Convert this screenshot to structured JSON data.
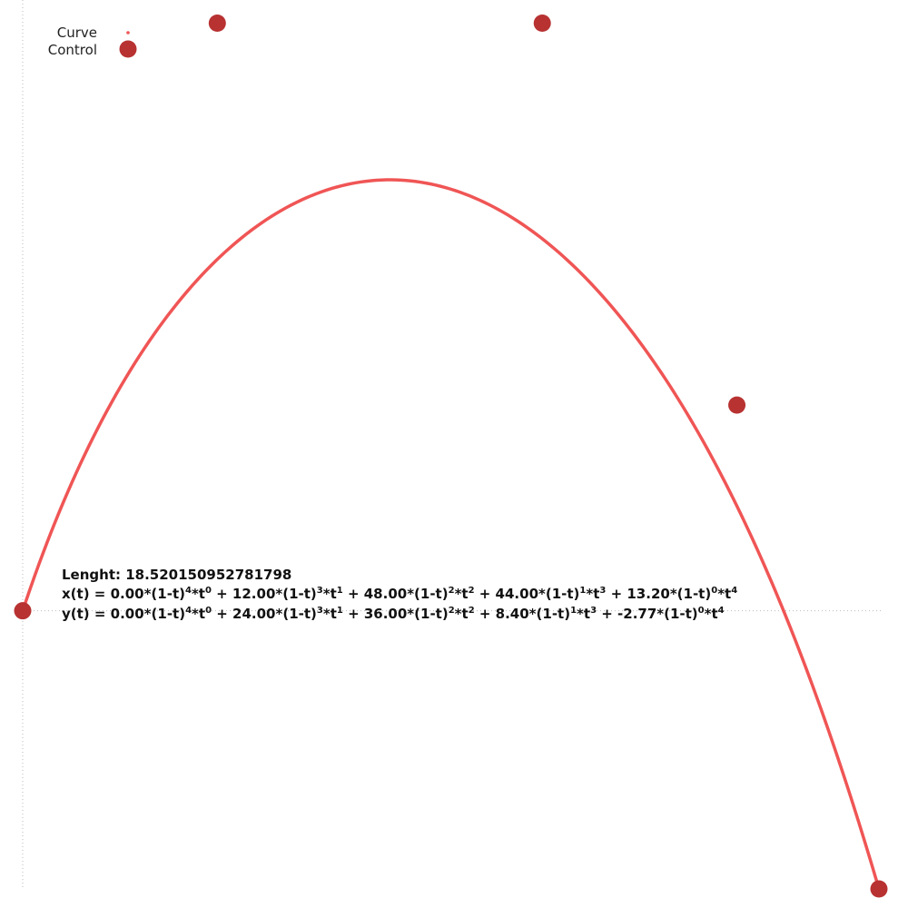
{
  "colors": {
    "curve": "#f05555",
    "control": "#b83232",
    "axis": "#bbbbbb"
  },
  "chart_data": {
    "type": "line",
    "title": "",
    "xlabel": "",
    "ylabel": "",
    "grid": false,
    "axes": {
      "x_axis_at_y": 0,
      "y_axis_at_x": 0,
      "style": "dotted"
    },
    "xlim": [
      0,
      44
    ],
    "ylim": [
      -14.2,
      30.3
    ],
    "legend": {
      "position": "top-left",
      "entries": [
        {
          "label": "Curve",
          "marker": "small-dot"
        },
        {
          "label": "Control",
          "marker": "large-dot"
        }
      ]
    },
    "control_points": [
      {
        "x": 0,
        "y": 0
      },
      {
        "x": 10,
        "y": 30
      },
      {
        "x": 26.7,
        "y": 30
      },
      {
        "x": 36.7,
        "y": 10.5
      },
      {
        "x": 44,
        "y": -14.2
      }
    ],
    "series": [
      {
        "name": "Curve",
        "kind": "quartic-bezier"
      }
    ],
    "annotations": {
      "length_label": "Lenght:",
      "length_value": "18.520150952781798",
      "x_equation": [
        {
          "t": "x(t) = 0.00*(1-t)"
        },
        {
          "sup": "4"
        },
        {
          "t": "*t"
        },
        {
          "sup": "0"
        },
        {
          "t": " + 12.00*(1-t)"
        },
        {
          "sup": "3"
        },
        {
          "t": "*t"
        },
        {
          "sup": "1"
        },
        {
          "t": " + 48.00*(1-t)"
        },
        {
          "sup": "2"
        },
        {
          "t": "*t"
        },
        {
          "sup": "2"
        },
        {
          "t": " + 44.00*(1-t)"
        },
        {
          "sup": "1"
        },
        {
          "t": "*t"
        },
        {
          "sup": "3"
        },
        {
          "t": " + 13.20*(1-t)"
        },
        {
          "sup": "0"
        },
        {
          "t": "*t"
        },
        {
          "sup": "4"
        }
      ],
      "y_equation": [
        {
          "t": "y(t) = 0.00*(1-t)"
        },
        {
          "sup": "4"
        },
        {
          "t": "*t"
        },
        {
          "sup": "0"
        },
        {
          "t": " + 24.00*(1-t)"
        },
        {
          "sup": "3"
        },
        {
          "t": "*t"
        },
        {
          "sup": "1"
        },
        {
          "t": " + 36.00*(1-t)"
        },
        {
          "sup": "2"
        },
        {
          "t": "*t"
        },
        {
          "sup": "2"
        },
        {
          "t": " + 8.40*(1-t)"
        },
        {
          "sup": "1"
        },
        {
          "t": "*t"
        },
        {
          "sup": "3"
        },
        {
          "t": " + -2.77*(1-t)"
        },
        {
          "sup": "0"
        },
        {
          "t": "*t"
        },
        {
          "sup": "4"
        }
      ]
    }
  }
}
